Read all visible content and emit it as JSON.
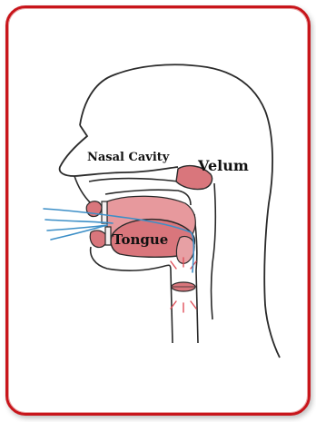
{
  "labels": {
    "nasal_cavity": "Nasal Cavity",
    "velum": "Velum",
    "tongue": "Tongue"
  },
  "colors": {
    "frame_border": "#c8151b",
    "outline": "#2a2a2a",
    "flesh": "#d9767c",
    "flesh_light": "#eeb4b6",
    "airflow": "#3d8fc7",
    "vibration": "#e0505a"
  }
}
